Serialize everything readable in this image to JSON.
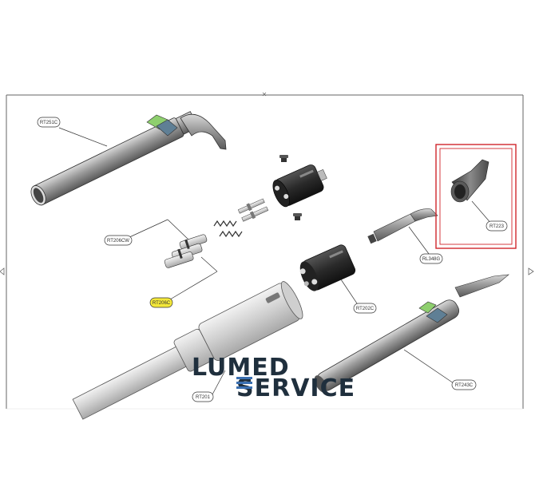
{
  "diagram": {
    "callouts": [
      {
        "id": "rt251c",
        "label": "RT251C"
      },
      {
        "id": "rt206cw",
        "label": "RT206CW"
      },
      {
        "id": "rt206c",
        "label": "RT206C",
        "highlight": "#f4e83a"
      },
      {
        "id": "rt201",
        "label": "RT201"
      },
      {
        "id": "rt202c",
        "label": "RT202C"
      },
      {
        "id": "rl348g",
        "label": "RL348G"
      },
      {
        "id": "rt223",
        "label": "RT223"
      },
      {
        "id": "rt243c",
        "label": "RT243C"
      }
    ],
    "highlight_box_color": "#d0262c"
  },
  "logo": {
    "line1": "LUMED",
    "line2": "SERVICE",
    "color": "#1f2f3d",
    "accent": "#3a6fb0"
  }
}
